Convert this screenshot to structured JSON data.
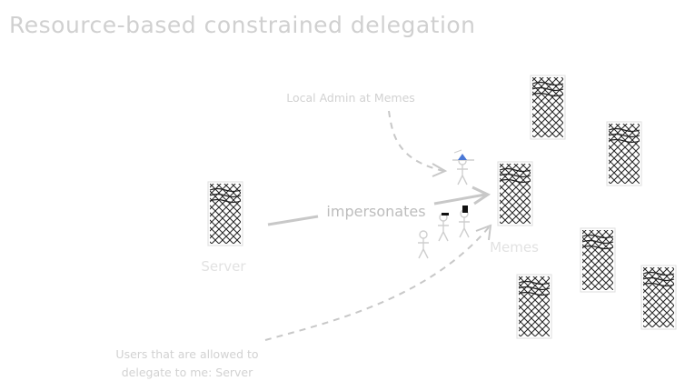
{
  "title": "Resource-based constrained delegation",
  "labels": {
    "local_admin": "Local Admin at Memes",
    "impersonates": "impersonates",
    "server": "Server",
    "memes": "Memes",
    "users_line1": "Users that are allowed to",
    "users_line2": "delegate to me: Server"
  },
  "icons": {
    "server_icon": "server-tower-icon",
    "stick_figure": "stick-figure-icon"
  },
  "colors": {
    "text": "#d0d0d0",
    "arrow": "#c8c8c8",
    "server_outline": "#2a2a2a",
    "hat_blue": "#4a78d6"
  }
}
